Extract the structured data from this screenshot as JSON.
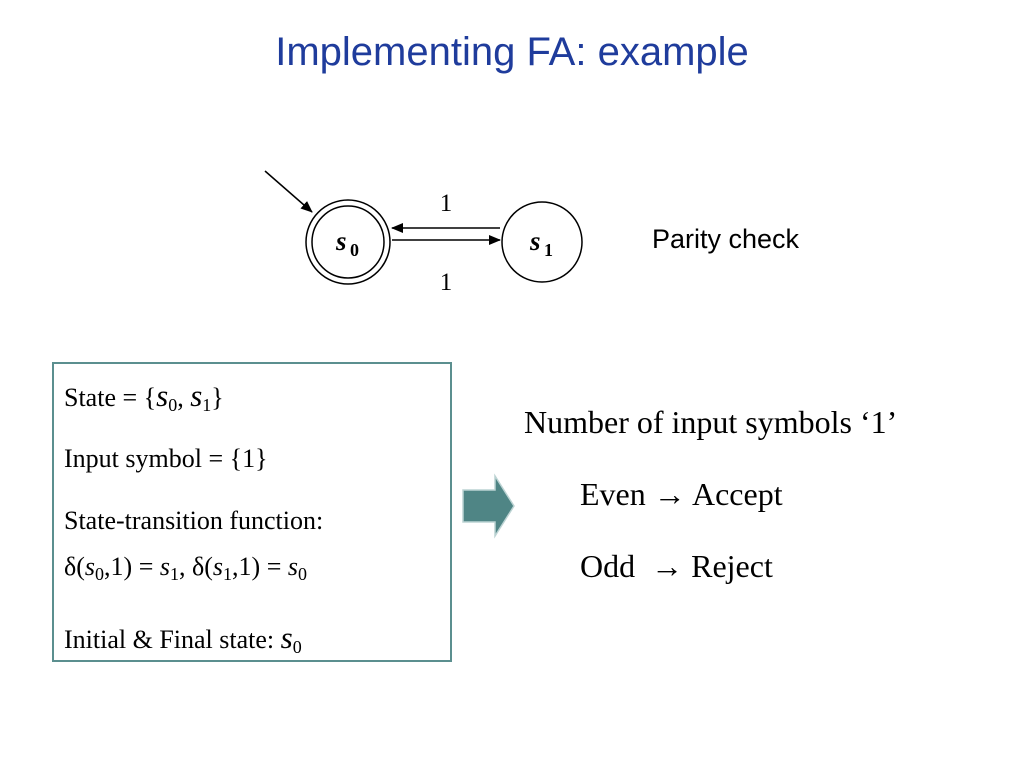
{
  "slide": {
    "title": "Implementing FA: example",
    "caption": "Parity check"
  },
  "diagram": {
    "states": [
      {
        "id": "s0",
        "base": "s",
        "sub": "0",
        "accepting": true,
        "initial": true
      },
      {
        "id": "s1",
        "base": "s",
        "sub": "1",
        "accepting": false,
        "initial": false
      }
    ],
    "transitions": [
      {
        "from": "s1",
        "to": "s0",
        "label": "1"
      },
      {
        "from": "s0",
        "to": "s1",
        "label": "1"
      }
    ]
  },
  "definition": {
    "state": {
      "label": "State = {",
      "s0": "s",
      "s0_sub": "0",
      "sep": ",",
      "s1": "s",
      "s1_sub": "1",
      "close": "}"
    },
    "input": {
      "text": "Input symbol = {1}"
    },
    "transition_label": "State-transition function:",
    "delta": {
      "a_open": "δ(",
      "a_s": "s",
      "a_sub": "0",
      "a_arg": ",1) = ",
      "a_res": "s",
      "a_res_sub": "1",
      "sep": ", ",
      "b_open": "δ(",
      "b_s": "s",
      "b_sub": "1",
      "b_arg": ",1) = ",
      "b_res": "s",
      "b_res_sub": "0"
    },
    "initial_final": {
      "label": "Initial & Final state: ",
      "s": "s",
      "sub": "0"
    }
  },
  "summary": {
    "heading": "Number of input symbols ‘1’",
    "even": "Even → Accept",
    "odd": "Odd  → Reject"
  },
  "colors": {
    "title": "#1f3c9c",
    "box_border": "#5b8f8f",
    "arrow_fill": "#4f8585"
  }
}
